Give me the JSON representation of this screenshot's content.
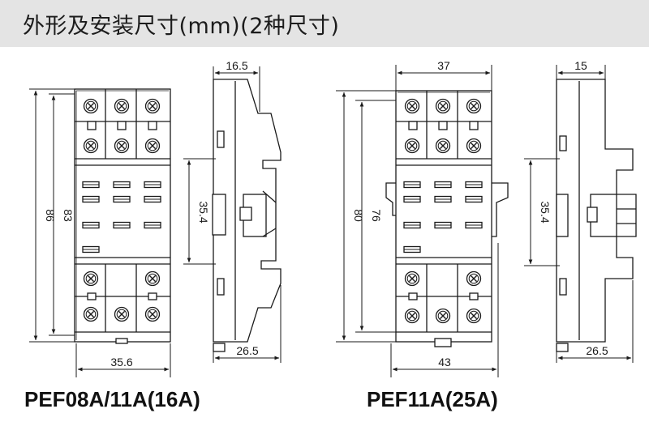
{
  "header": {
    "title": "外形及安装尺寸(mm)(2种尺寸)"
  },
  "colors": {
    "line": "#1a1a1a",
    "banner": "#e4e4e4"
  },
  "left_product": {
    "model": "PEF08A/11A(16A)",
    "dims": {
      "total_height": "86",
      "inner_height": "83",
      "bottom_width": "35.6",
      "side_top": "16.5",
      "side_height": "35.4",
      "side_bottom": "26.5"
    }
  },
  "right_product": {
    "model": "PEF11A(25A)",
    "dims": {
      "total_height": "80",
      "inner_height": "76",
      "top_width": "37",
      "bottom_width": "43",
      "side_top": "15",
      "side_height": "35.4",
      "side_bottom": "26.5"
    }
  }
}
